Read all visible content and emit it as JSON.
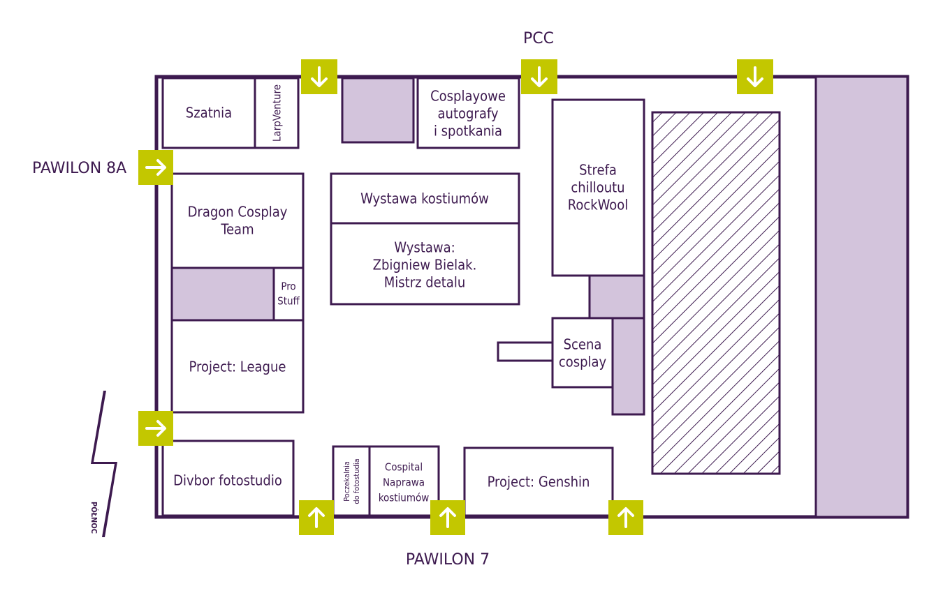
{
  "exits": {
    "top": "PCC",
    "left": "PAWILON 8A",
    "bottom": "PAWILON 7"
  },
  "compass": {
    "label": "PÓŁNOC"
  },
  "rooms": {
    "szatnia": "Szatnia",
    "larpventure": "LarpVenture",
    "autografy": [
      "Cosplayowe",
      "autografy",
      "i spotkania"
    ],
    "dragon": [
      "Dragon Cosplay",
      "Team"
    ],
    "prostuff": [
      "Pro",
      "Stuff"
    ],
    "league": "Project: League",
    "wystawa_kostiumow": "Wystawa kostiumów",
    "wystawa_bielak": [
      "Wystawa:",
      "Zbigniew Bielak.",
      "Mistrz detalu"
    ],
    "chillout": [
      "Strefa",
      "chilloutu",
      "RockWool"
    ],
    "scena": [
      "Scena",
      "cosplay"
    ],
    "divbor": "Divbor fotostudio",
    "poczekalnia": [
      "Poczekalnia",
      "do fotostudia"
    ],
    "cospital": [
      "Cospital",
      "Naprawa",
      "kostiumów"
    ],
    "genshin": "Project: Genshin"
  },
  "colors": {
    "outline": "#3d1a4f",
    "area": "#d3c4dc",
    "door": "#c3c700"
  },
  "icons": [
    "arrow-down-icon",
    "arrow-right-icon",
    "arrow-up-icon",
    "north-compass-icon"
  ]
}
